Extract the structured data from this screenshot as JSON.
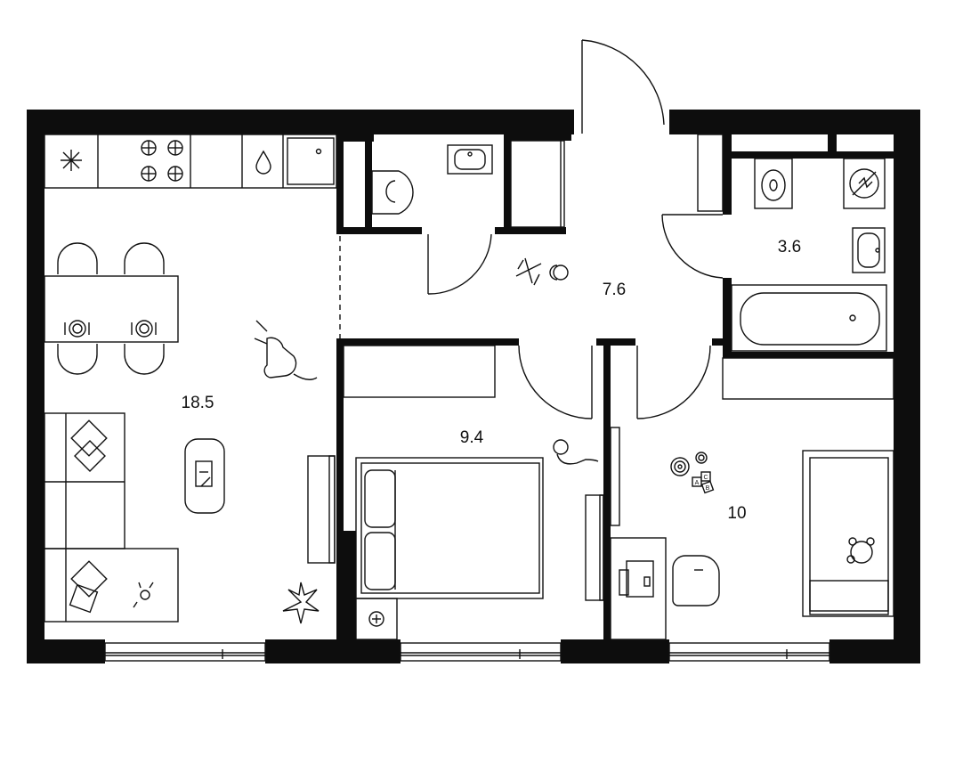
{
  "rooms": [
    {
      "id": "living-kitchen",
      "area": "18.5"
    },
    {
      "id": "hallway",
      "area": "7.6"
    },
    {
      "id": "bathroom",
      "area": "3.6"
    },
    {
      "id": "bedroom",
      "area": "9.4"
    },
    {
      "id": "kids-room",
      "area": "10"
    }
  ],
  "icons": {
    "fridge": "snowflake-icon",
    "stove": "stove-burners-icon",
    "sink": "water-drop-icon",
    "kids_blocks": "abc-blocks-icon"
  },
  "toy_blocks": [
    "A",
    "C",
    "B"
  ],
  "colors": {
    "wall": "#0d0d0d",
    "line": "#111111",
    "background": "#ffffff"
  }
}
